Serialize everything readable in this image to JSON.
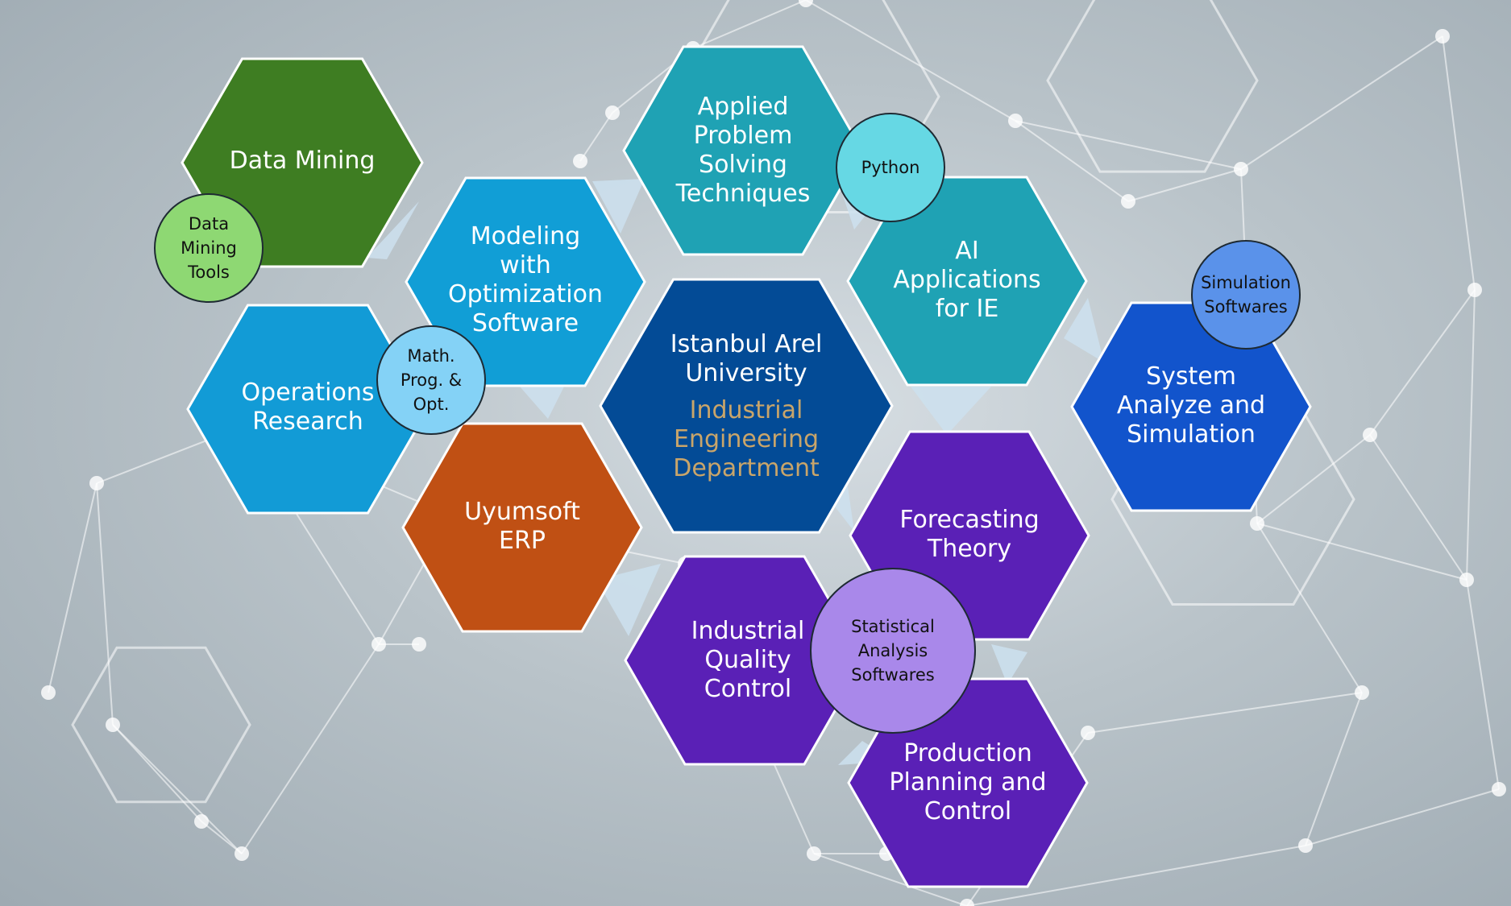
{
  "background": {
    "description_colors": [
      "#b9c3c9",
      "#d6dde2"
    ],
    "network_line": "#ffffff"
  },
  "hexagons": [
    {
      "id": "data-mining",
      "label": "Data Mining",
      "color": "#3e7d22"
    },
    {
      "id": "operations-research",
      "label": "Operations\nResearch",
      "color": "#129bd6"
    },
    {
      "id": "modeling-optimization",
      "label": "Modeling\nwith\nOptimization\nSoftware",
      "color": "#119ed6"
    },
    {
      "id": "uyumsoft-erp",
      "label": "Uyumsoft\nERP",
      "color": "#c05014"
    },
    {
      "id": "applied-problem-solving",
      "label": "Applied\nProblem\nSolving\nTechniques",
      "color": "#1fa2b4"
    },
    {
      "id": "center",
      "label": "Istanbul Arel\nUniversity",
      "sublabel": "Industrial\nEngineering\nDepartment",
      "color": "#034b96"
    },
    {
      "id": "ai-applications",
      "label": "AI\nApplications\nfor IE",
      "color": "#1fa2b4"
    },
    {
      "id": "system-analyze",
      "label": "System\nAnalyze and\nSimulation",
      "color": "#1254cc"
    },
    {
      "id": "forecasting-theory",
      "label": "Forecasting\nTheory",
      "color": "#5a20b6"
    },
    {
      "id": "industrial-quality",
      "label": "Industrial\nQuality\nControl",
      "color": "#5a20b6"
    },
    {
      "id": "production-planning",
      "label": "Production\nPlanning and\nControl",
      "color": "#5a20b6"
    }
  ],
  "badges": [
    {
      "id": "data-mining-tools",
      "label": "Data\nMining\nTools",
      "color": "#8ed873"
    },
    {
      "id": "math-prog",
      "label": "Math.\nProg. &\nOpt.",
      "color": "#84d2f6"
    },
    {
      "id": "python",
      "label": "Python",
      "color": "#66d8e4"
    },
    {
      "id": "simulation-softwares",
      "label": "Simulation\nSoftwares",
      "color": "#5a92ea"
    },
    {
      "id": "statistical-analysis",
      "label": "Statistical\nAnalysis\nSoftwares",
      "color": "#a988ea"
    }
  ]
}
